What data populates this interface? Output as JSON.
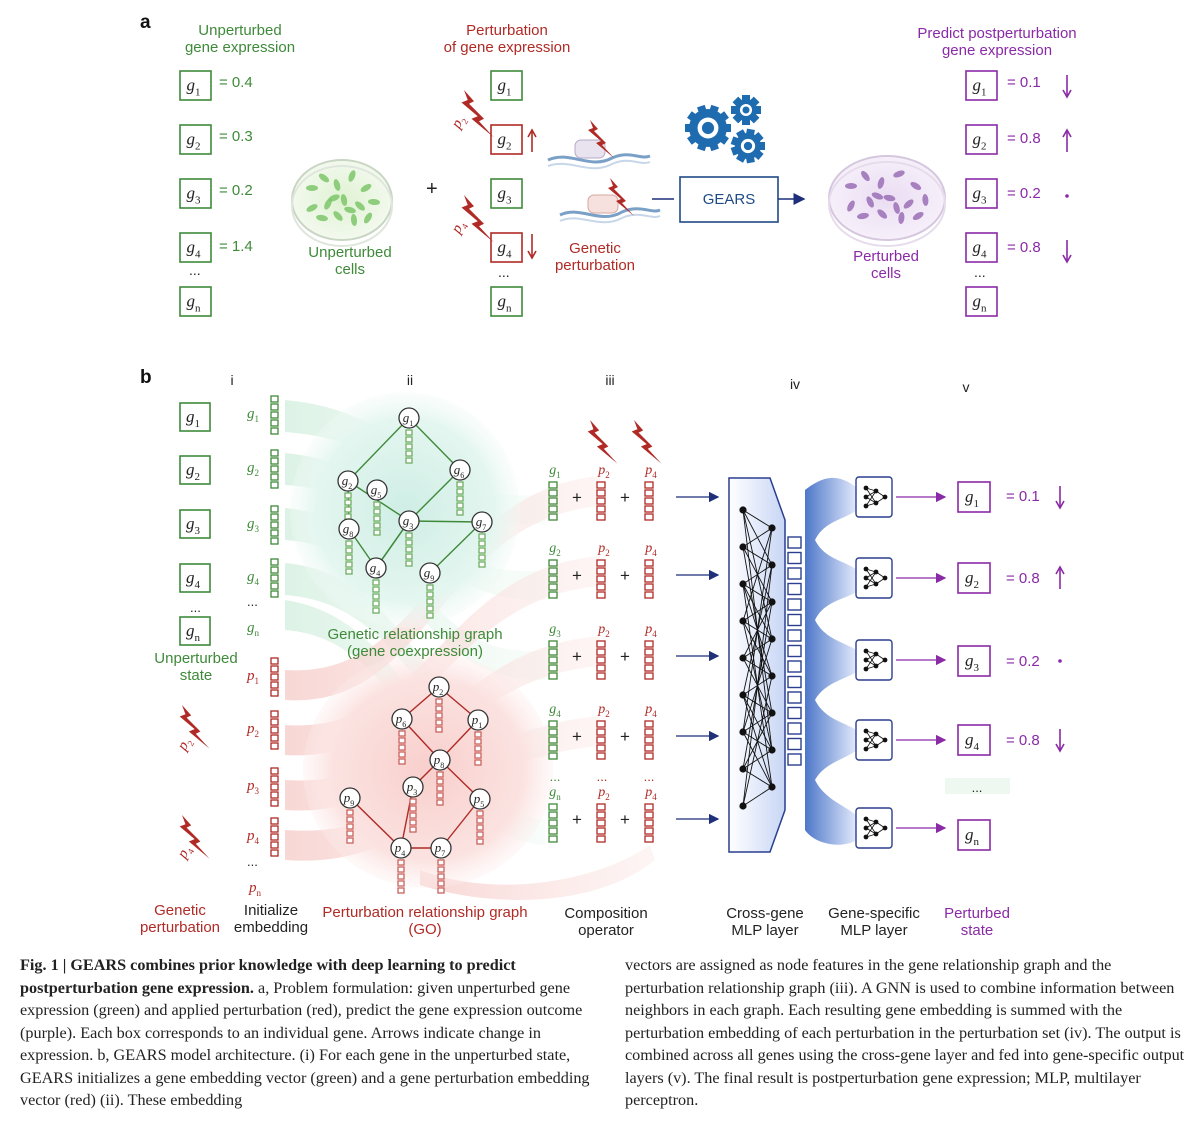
{
  "panel_a": {
    "label": "a",
    "unperturbed_title": "Unperturbed\ngene expression",
    "unperturbed_values": [
      "= 0.4",
      "= 0.3",
      "= 0.2",
      "= 1.4"
    ],
    "unperturbed_cells": "Unperturbed\ncells",
    "plus": "+",
    "perturbation_title": "Perturbation\nof gene expression",
    "genetic_perturbation": "Genetic\nperturbation",
    "model_label": "GEARS",
    "perturbed_cells": "Perturbed\ncells",
    "predict_title": "Predict postperturbation\ngene expression",
    "predicted_values": [
      "= 0.1",
      "= 0.8",
      "= 0.2",
      "= 0.8"
    ],
    "predicted_changes": [
      "down",
      "up",
      "none",
      "down"
    ],
    "ellipsis": "..."
  },
  "panel_b": {
    "label": "b",
    "columns": [
      "i",
      "ii",
      "iii",
      "iv",
      "v"
    ],
    "gene_graph_label": "Genetic relationship graph\n(gene coexpression)",
    "pert_graph_label": "Perturbation relationship graph\n(GO)",
    "unperturbed_state": "Unperturbed\nstate",
    "genetic_perturbation": "Genetic\nperturbation",
    "initialize_embedding": "Initialize\nembedding",
    "composition_operator": "Composition\noperator",
    "cross_gene_layer": "Cross-gene\nMLP layer",
    "gene_specific_layer": "Gene-specific\nMLP layer",
    "perturbed_state": "Perturbed\nstate",
    "output_values": [
      "= 0.1",
      "= 0.8",
      "= 0.2",
      "= 0.8"
    ],
    "output_changes": [
      "down",
      "up",
      "none",
      "down"
    ]
  },
  "caption": {
    "bold": "Fig. 1 | GEARS combines prior knowledge with deep learning to predict postperturbation gene expression.",
    "left": " a, Problem formulation: given unperturbed gene expression (green) and applied perturbation (red), predict the gene expression outcome (purple). Each box corresponds to an individual gene. Arrows indicate change in expression. b, GEARS model architecture. (i) For each gene in the unperturbed state, GEARS initializes a gene embedding vector (green) and a gene perturbation embedding vector (red) (ii). These embedding",
    "right": "vectors are assigned as node features in the gene relationship graph and the perturbation relationship graph (iii). A GNN is used to combine information between neighbors in each graph. Each resulting gene embedding is summed with the perturbation embedding of each perturbation in the perturbation set (iv). The output is combined across all genes using the cross-gene layer and fed into gene-specific output layers (v). The final result is postperturbation gene expression; MLP, multilayer perceptron."
  },
  "colors": {
    "green": "#3f8a3a",
    "red": "#b02a26",
    "purple": "#8a2aa6",
    "navy": "#1f2f7a",
    "blue": "#2e5fbf",
    "gear": "#1e6bb0"
  }
}
